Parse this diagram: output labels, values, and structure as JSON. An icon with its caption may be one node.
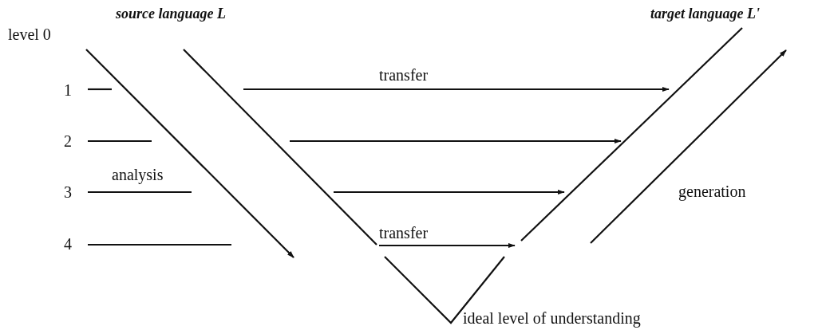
{
  "diagram": {
    "labels": [
      "source language L",
      "target language L'",
      "level 0",
      "1",
      "transfer",
      "2",
      "3",
      "analysis",
      "generation",
      "4",
      "transfer",
      "ideal level of understanding"
    ]
  }
}
